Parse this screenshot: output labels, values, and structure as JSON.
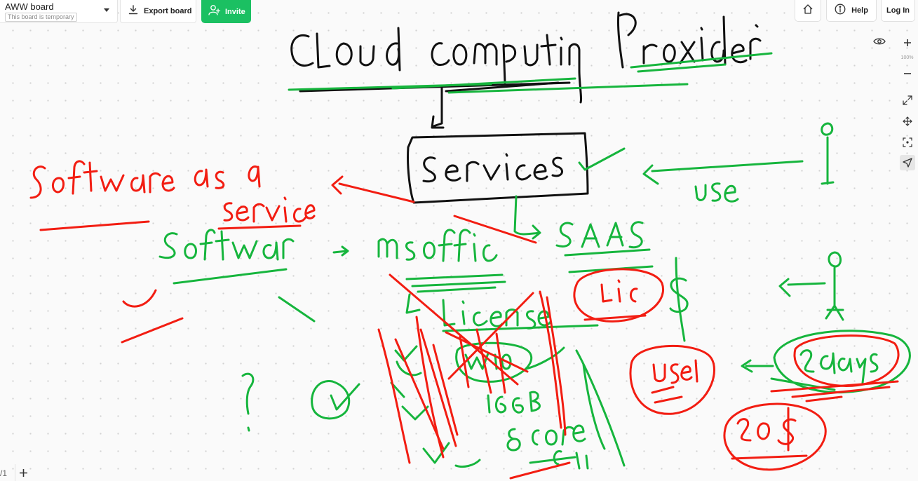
{
  "header": {
    "board_name": "AWW board",
    "board_status": "This board is temporary",
    "export_label": "Export board",
    "invite_label": "Invite",
    "help_label": "Help",
    "login_label": "Log In"
  },
  "tools": {
    "zoom_level": "100%"
  },
  "footer": {
    "page_counter": "/1"
  },
  "colors": {
    "accent_green": "#1bc062",
    "ink_black": "#111111",
    "ink_green": "#16b53d",
    "ink_red": "#f21d12"
  },
  "icons": [
    "chevron-down-icon",
    "download-icon",
    "add-user-icon",
    "home-icon",
    "info-icon",
    "eye-icon",
    "plus-icon",
    "minus-icon",
    "expand-icon",
    "move-icon",
    "fit-icon",
    "pointer-icon"
  ]
}
